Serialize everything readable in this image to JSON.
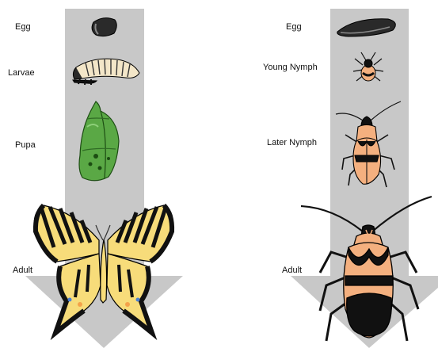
{
  "complete_metamorphosis": {
    "stages": [
      "Egg",
      "Larvae",
      "Pupa",
      "Adult"
    ]
  },
  "incomplete_metamorphosis": {
    "stages": [
      "Egg",
      "Young Nymph",
      "Later Nymph",
      "Adult"
    ]
  },
  "colors": {
    "arrow": "#c8c8c8",
    "wing_yellow": "#f7dc7a",
    "stripe_black": "#111111",
    "chrysalis_green": "#5aa845",
    "bug_orange": "#f4b07f",
    "larva_cream": "#f3e6c8"
  }
}
